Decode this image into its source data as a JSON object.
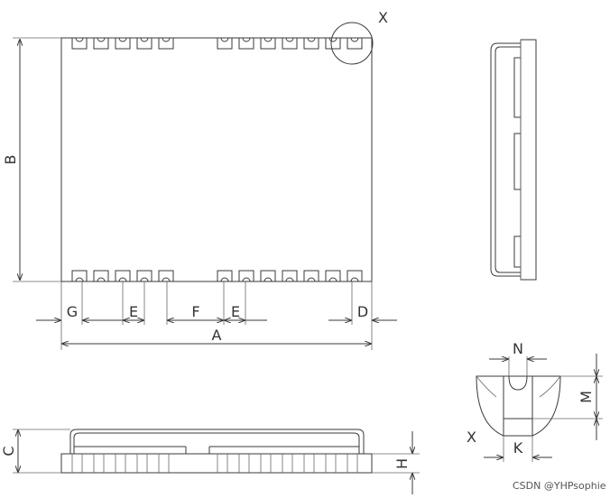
{
  "labels": {
    "A": "A",
    "B": "B",
    "C": "C",
    "D": "D",
    "E1": "E",
    "E2": "E",
    "F": "F",
    "G": "G",
    "H": "H",
    "K": "K",
    "M": "M",
    "N": "N",
    "X_top": "X",
    "X_detail": "X"
  },
  "watermark": "CSDN @YHPsophie"
}
